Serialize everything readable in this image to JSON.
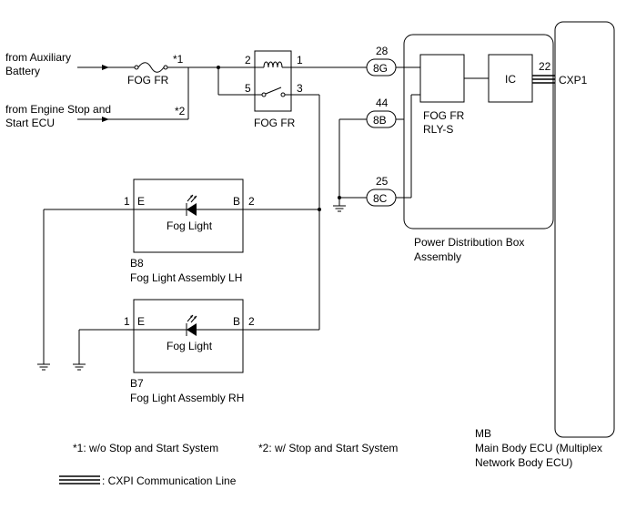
{
  "sources": {
    "aux_battery": [
      "from Auxiliary",
      "Battery"
    ],
    "engine_ecu": [
      "from Engine Stop and",
      "Start ECU"
    ],
    "note1_mark": "*1",
    "note2_mark": "*2"
  },
  "fuse": {
    "label": "FOG FR"
  },
  "relay": {
    "label": "FOG FR",
    "pin1": "1",
    "pin2": "2",
    "pin3": "3",
    "pin5": "5"
  },
  "pdb": {
    "name": [
      "Power Distribution Box",
      "Assembly"
    ],
    "relay_label": [
      "FOG FR",
      "RLY-S"
    ],
    "ic_label": "IC",
    "connectors": [
      {
        "pin": "28",
        "id": "8G"
      },
      {
        "pin": "44",
        "id": "8B"
      },
      {
        "pin": "25",
        "id": "8C"
      }
    ],
    "ic_pin": "22"
  },
  "ecu": {
    "code": "MB",
    "name": [
      "Main Body ECU (Multiplex",
      "Network Body ECU)"
    ],
    "cxp_label": "CXP1"
  },
  "lights": [
    {
      "code": "B8",
      "name": "Fog Light Assembly LH",
      "inner": "Fog Light",
      "pin_e": "1",
      "e": "E",
      "pin_b": "2",
      "b": "B"
    },
    {
      "code": "B7",
      "name": "Fog Light Assembly RH",
      "inner": "Fog Light",
      "pin_e": "1",
      "e": "E",
      "pin_b": "2",
      "b": "B"
    }
  ],
  "notes": {
    "note1": "*1: w/o Stop and Start System",
    "note2": "*2: w/ Stop and Start System",
    "legend": ": CXPI Communication Line"
  }
}
